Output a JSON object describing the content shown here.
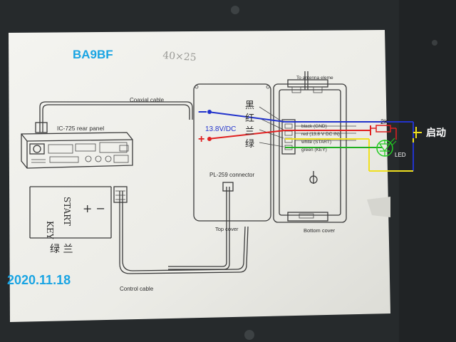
{
  "overlay": {
    "callsign": "BA9BF",
    "date": "2020.11.18",
    "voltage_label": "13.8V/DC",
    "minus_sign": "-",
    "plus_sign": "+",
    "resistor_label": "2K",
    "start_label": "启动",
    "led_label": "LED"
  },
  "handwriting": {
    "pencil_note": "40×25",
    "key_label": "KEY",
    "start_label": "START",
    "plus_minus": "+ −",
    "green_blue": "绿 兰",
    "wire_colors_vertical": [
      "黑",
      "红",
      "兰",
      "绿"
    ]
  },
  "printed": {
    "coaxial_cable": "Coaxial cable",
    "rear_panel": "IC-725 rear panel",
    "antenna": "To antenna eleme",
    "pl259": "PL-259 connector",
    "top_cover": "Top cover",
    "bottom_cover": "Bottom cover",
    "control_cable": "Control cable",
    "wire_black": "black (GND)",
    "wire_red": "red (13.8 V DC IN)",
    "wire_white": "white (START)",
    "wire_green": "green (KEY)"
  },
  "colors": {
    "background": "#262a2c",
    "paper": "#efefea",
    "cyan_text": "#19a4e3",
    "wire_blue": "#2233cc",
    "wire_red": "#e02020",
    "wire_yellow": "#f0e020",
    "wire_green": "#20b020",
    "led_green": "#22cc22"
  },
  "icons": [
    "coax-connector-icon",
    "radio-rear-panel-icon",
    "tuner-box-icon",
    "led-icon",
    "resistor-icon",
    "switch-icon"
  ]
}
